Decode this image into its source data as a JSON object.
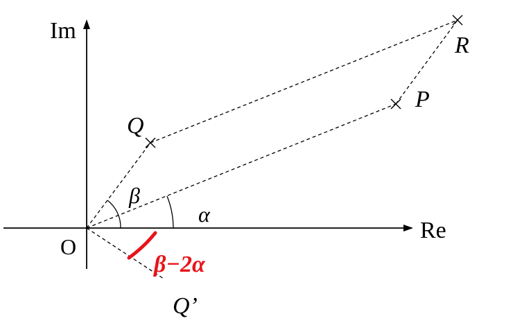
{
  "axes": {
    "real_label": "Re",
    "imag_label": "Im",
    "origin_label": "O"
  },
  "points": {
    "P": "P",
    "Q": "Q",
    "R": "R",
    "Q_prime": "Q’"
  },
  "angles": {
    "alpha": "α",
    "beta": "β",
    "difference": "β−2α"
  },
  "colors": {
    "highlight": "#e8141b",
    "ink": "#000000"
  }
}
